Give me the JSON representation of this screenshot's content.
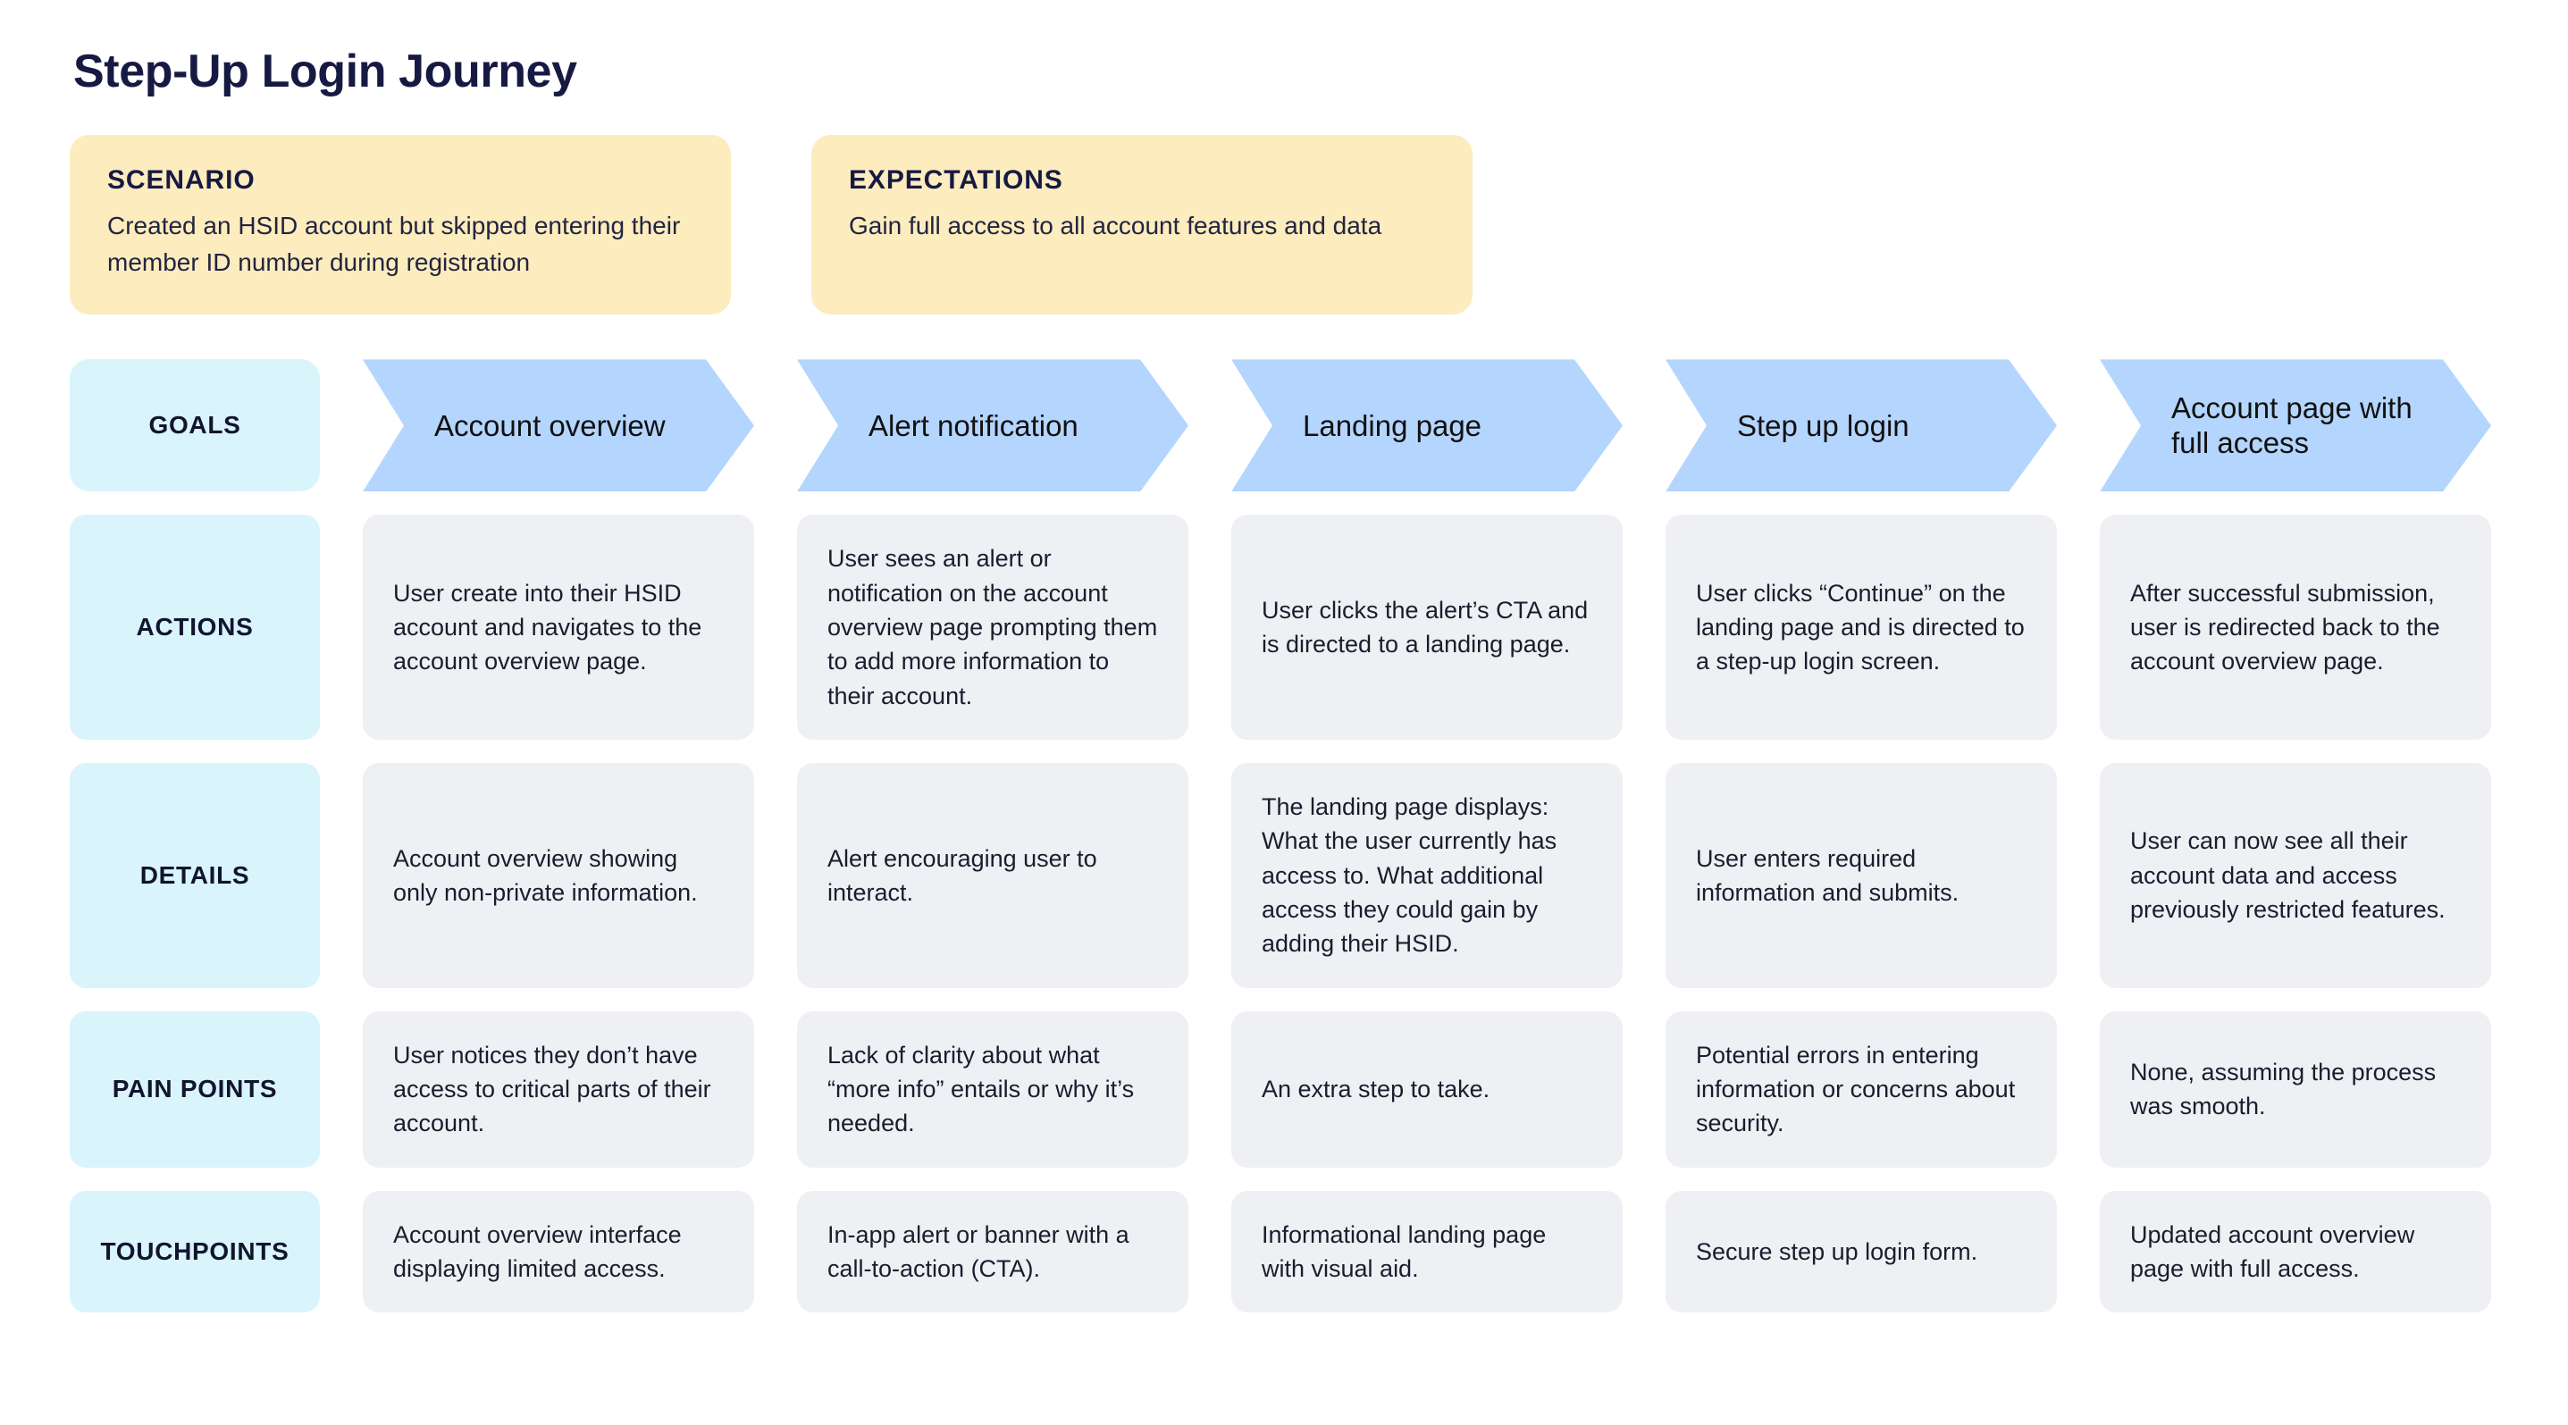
{
  "title": "Step-Up Login Journey",
  "info_boxes": [
    {
      "label": "SCENARIO",
      "text": "Created an HSID account but skipped entering their member ID number during registration"
    },
    {
      "label": "EXPECTATIONS",
      "text": "Gain full access to all account features and data"
    }
  ],
  "colors": {
    "title": "#161a43",
    "info_box_bg": "#fcecbe",
    "row_label_bg": "#d9f4fb",
    "chevron_bg": "#b4d5fd",
    "cell_bg": "#eff0f4",
    "page_bg": "#ffffff"
  },
  "rows": {
    "goals": {
      "label": "GOALS",
      "stages": [
        "Account overview",
        "Alert notification",
        "Landing page",
        "Step up login",
        "Account page with full access"
      ]
    },
    "actions": {
      "label": "ACTIONS",
      "cells": [
        "User create into their HSID account and navigates to the account overview page.",
        "User sees an alert or notification on the account overview page prompting them to add more information to their account.",
        "User clicks the alert’s CTA and is directed to a landing page.",
        "User clicks “Continue” on the landing page and is directed to a step-up login screen.",
        "After successful submission, user is redirected back to the account overview page."
      ]
    },
    "details": {
      "label": "DETAILS",
      "cells": [
        "Account overview showing only non-private information.",
        "Alert encouraging user to interact.",
        "The landing page displays: What the user currently has access to. What additional access they could gain by adding their HSID.",
        "User enters required information and submits.",
        "User can now see all their account data and access previously restricted features."
      ]
    },
    "pain_points": {
      "label": "PAIN POINTS",
      "cells": [
        "User notices they don’t have access to critical parts of their account.",
        "Lack of clarity about what “more info” entails or why it’s needed.",
        "An extra step to take.",
        "Potential errors in entering information or concerns about security.",
        "None, assuming the process was smooth."
      ]
    },
    "touchpoints": {
      "label": "TOUCHPOINTS",
      "cells": [
        "Account overview interface displaying limited access.",
        "In-app alert or banner with a call-to-action (CTA).",
        "Informational landing page with visual aid.",
        "Secure step up login form.",
        "Updated account overview page with full access."
      ]
    }
  }
}
